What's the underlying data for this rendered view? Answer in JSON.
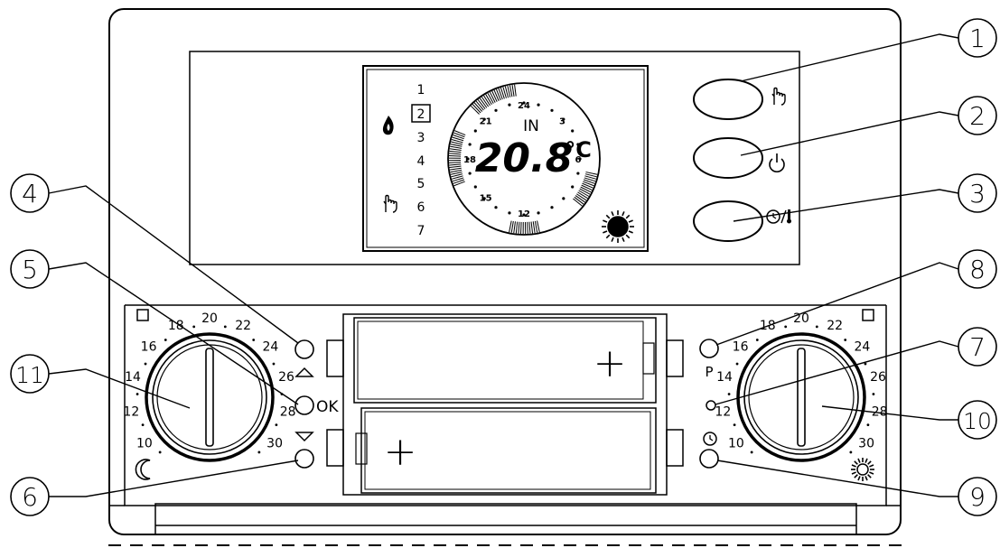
{
  "lcd": {
    "mode_label": "IN",
    "temperature": "20.8",
    "unit": "°C",
    "day_numbers": [
      "1",
      "2",
      "3",
      "4",
      "5",
      "6",
      "7"
    ],
    "selected_day": "2",
    "clock_numbers": [
      "24",
      "3",
      "6",
      "12",
      "15",
      "18",
      "21"
    ]
  },
  "knob_left": {
    "scale": [
      "10",
      "12",
      "14",
      "16",
      "18",
      "20",
      "22",
      "24",
      "26",
      "28",
      "30"
    ],
    "symbol": "moon-icon"
  },
  "knob_right": {
    "scale": [
      "10",
      "12",
      "14",
      "16",
      "18",
      "20",
      "22",
      "24",
      "26",
      "28",
      "30"
    ],
    "symbol": "sun-icon"
  },
  "buttons": {
    "ok_label": "OK",
    "program_label": "P"
  },
  "callouts": [
    "1",
    "2",
    "3",
    "4",
    "5",
    "6",
    "7",
    "8",
    "9",
    "10",
    "11"
  ],
  "battery_sign": "+"
}
